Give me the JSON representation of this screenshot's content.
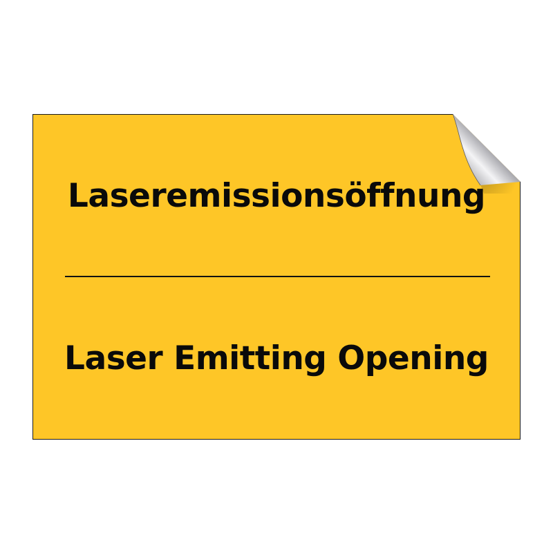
{
  "sign": {
    "background_color": "#fec627",
    "text_color": "#0a0a0a",
    "line1": "Laseremissionsöffnung",
    "line2": "Laser Emitting Opening",
    "has_divider": true,
    "has_peeling_corner": true,
    "corner_position": "top-right"
  }
}
